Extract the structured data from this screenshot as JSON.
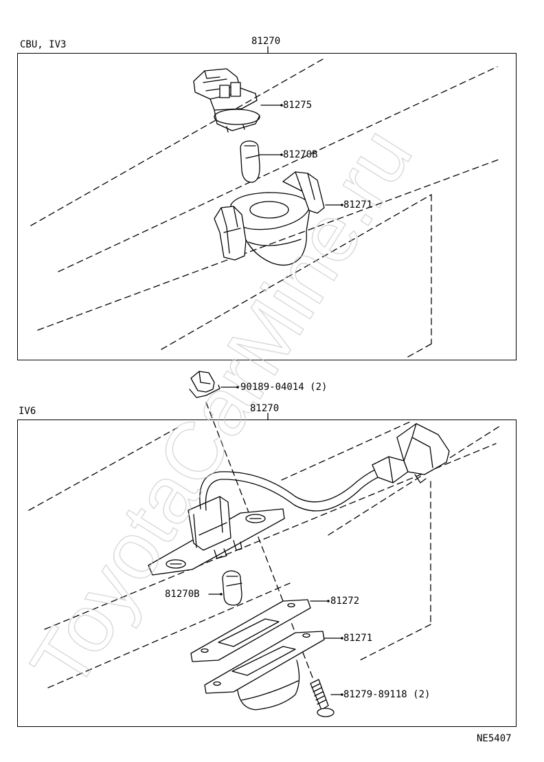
{
  "upper_section": {
    "variant_label": "CBU, IV3",
    "assembly_number": "81270",
    "callouts": [
      {
        "part": "81275"
      },
      {
        "part": "81270B"
      },
      {
        "part": "81271"
      }
    ]
  },
  "lower_section": {
    "variant_label": "IV6",
    "assembly_number": "81270",
    "callouts": [
      {
        "part": "90189-04014 (2)"
      },
      {
        "part": "81270B"
      },
      {
        "part": "81272"
      },
      {
        "part": "81271"
      },
      {
        "part": "81279-89118 (2)"
      }
    ]
  },
  "diagram_id": "NE5407",
  "watermark": "ToyotaCarMine.ru"
}
